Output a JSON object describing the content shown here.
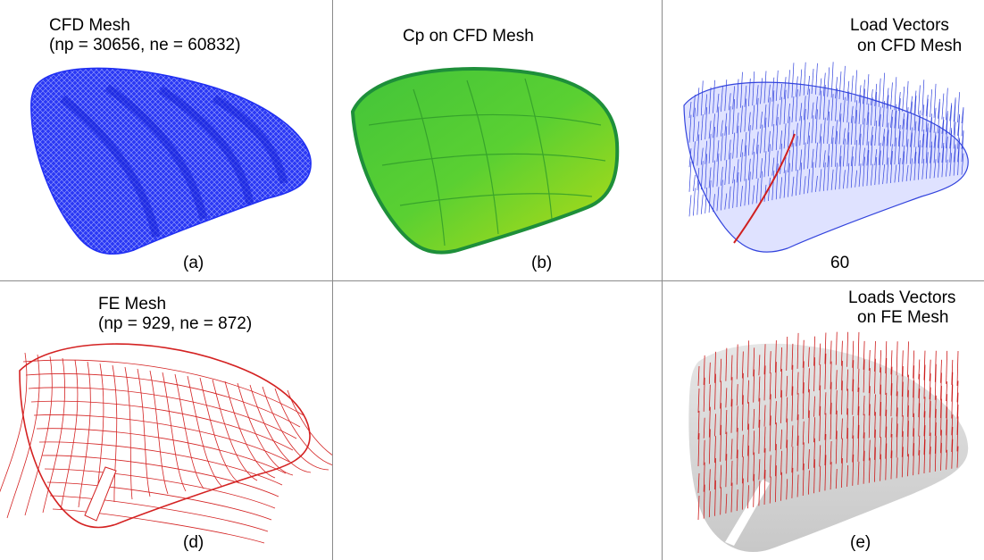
{
  "panels": {
    "a": {
      "title_line1": "CFD Mesh",
      "title_line2": "(np = 30656, ne = 60832)",
      "label": "(a)",
      "mesh_color": "#1f2ef2"
    },
    "b": {
      "title_line1": "Cp on CFD Mesh",
      "label": "(b)",
      "gradient": [
        "#3fc43a",
        "#a8d81a",
        "#1f9a3a"
      ]
    },
    "c": {
      "title_line1": "Load Vectors",
      "title_line2": "on CFD Mesh",
      "label": "60",
      "vector_color": "#3344dd",
      "highlight_color": "#d02020"
    },
    "d": {
      "title_line1": "FE Mesh",
      "title_line2": "(np = 929, ne = 872)",
      "label": "(d)",
      "mesh_color": "#d42222"
    },
    "e": {
      "title_line1": "Loads Vectors",
      "title_line2": "on FE Mesh",
      "label": "(e)",
      "vector_color": "#cc1a1a",
      "surface_color": "#cfcfcf"
    }
  }
}
